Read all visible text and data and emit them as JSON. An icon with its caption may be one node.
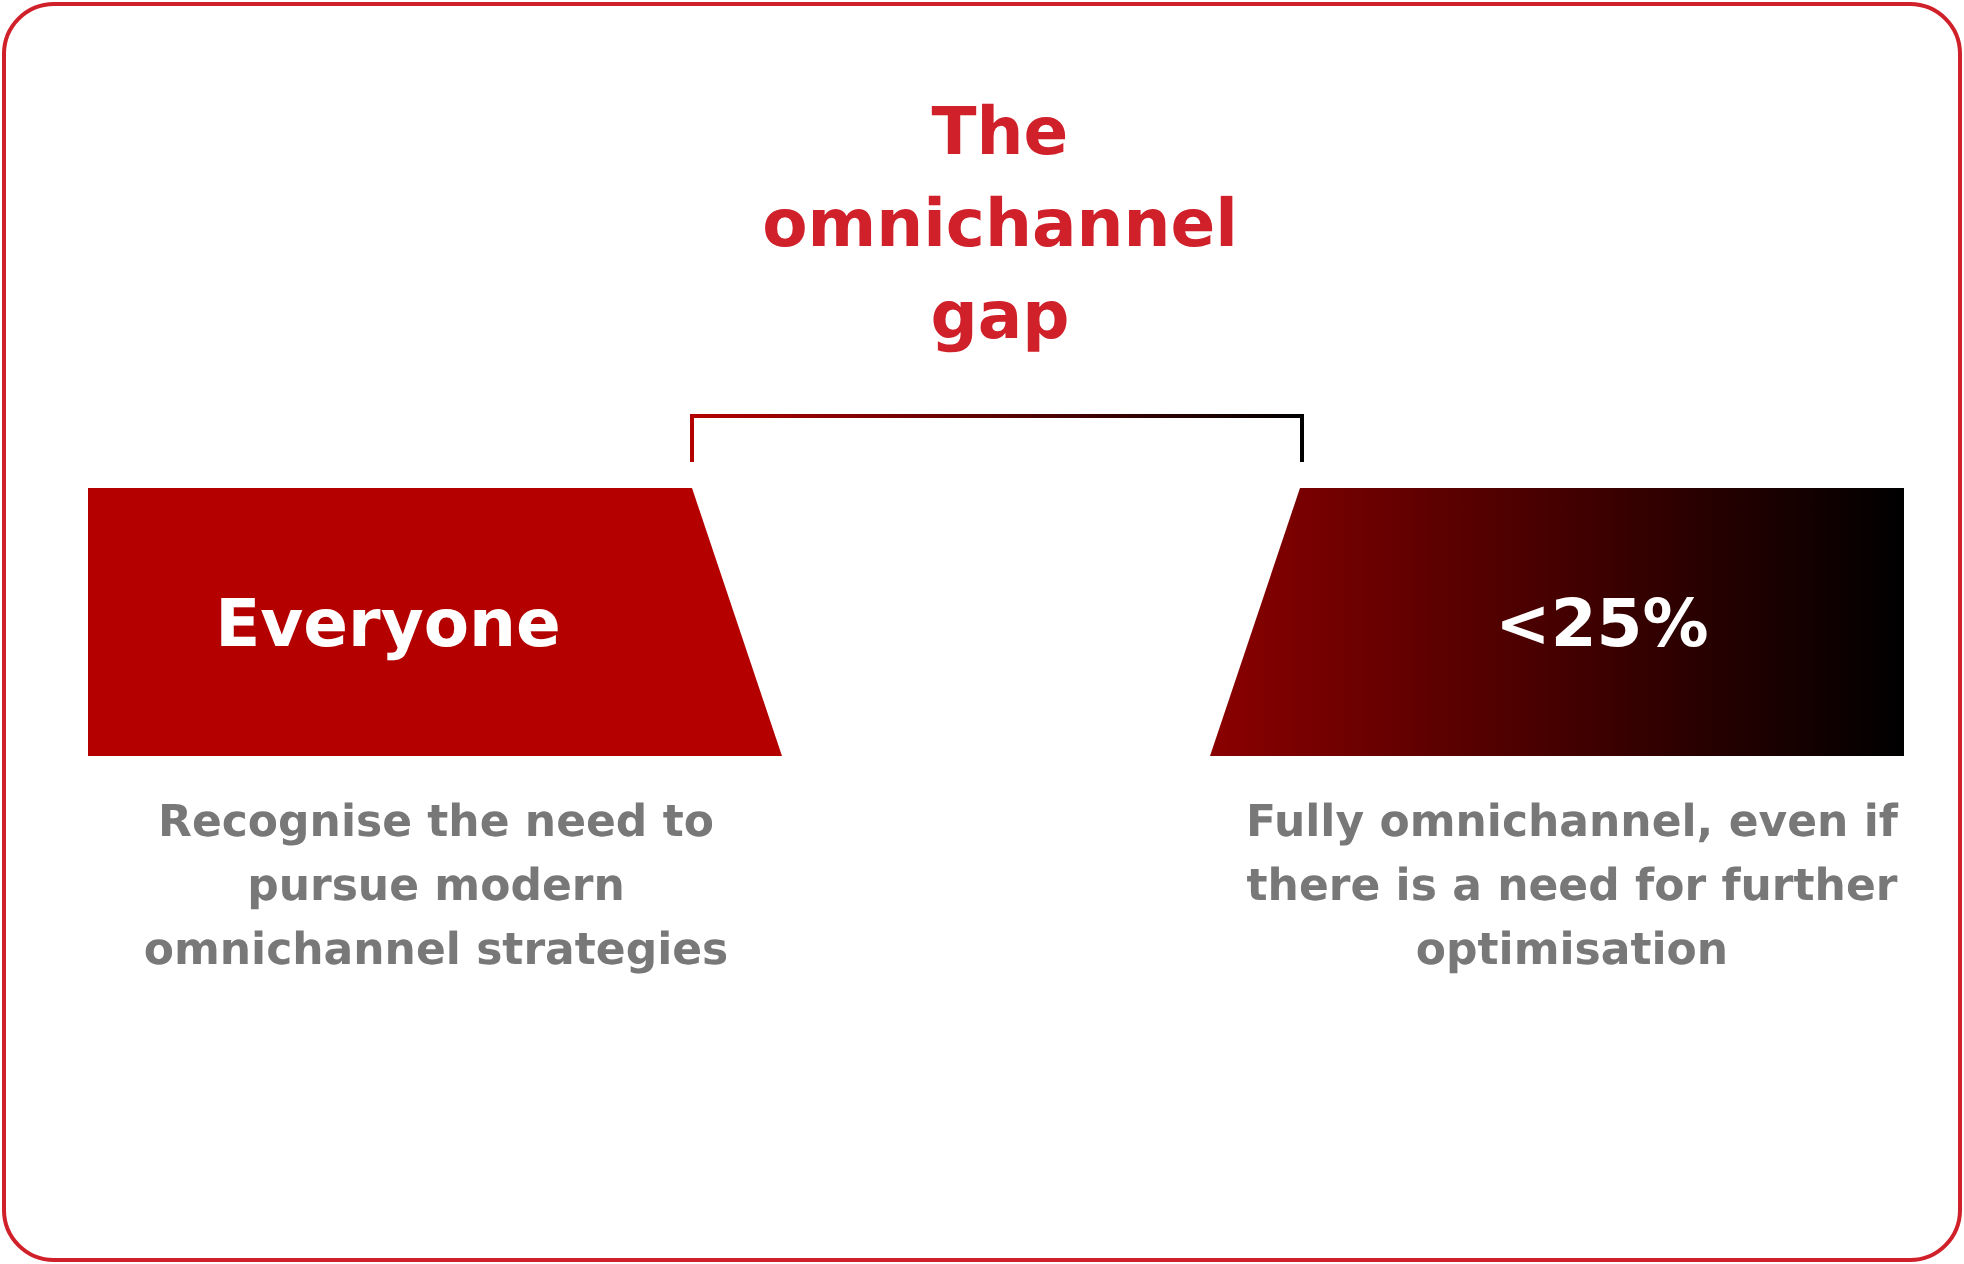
{
  "diagram": {
    "title": "The omnichannel gap",
    "nodes": [
      {
        "text": [
          "Everyone"
        ],
        "beside": [
          "Recognise the need to pursue modern omnichannel strategies"
        ]
      },
      {
        "text": [
          "<25%"
        ],
        "beside": [
          "Fully omnichannel, even if there is a need for further optimisation"
        ]
      }
    ]
  }
}
